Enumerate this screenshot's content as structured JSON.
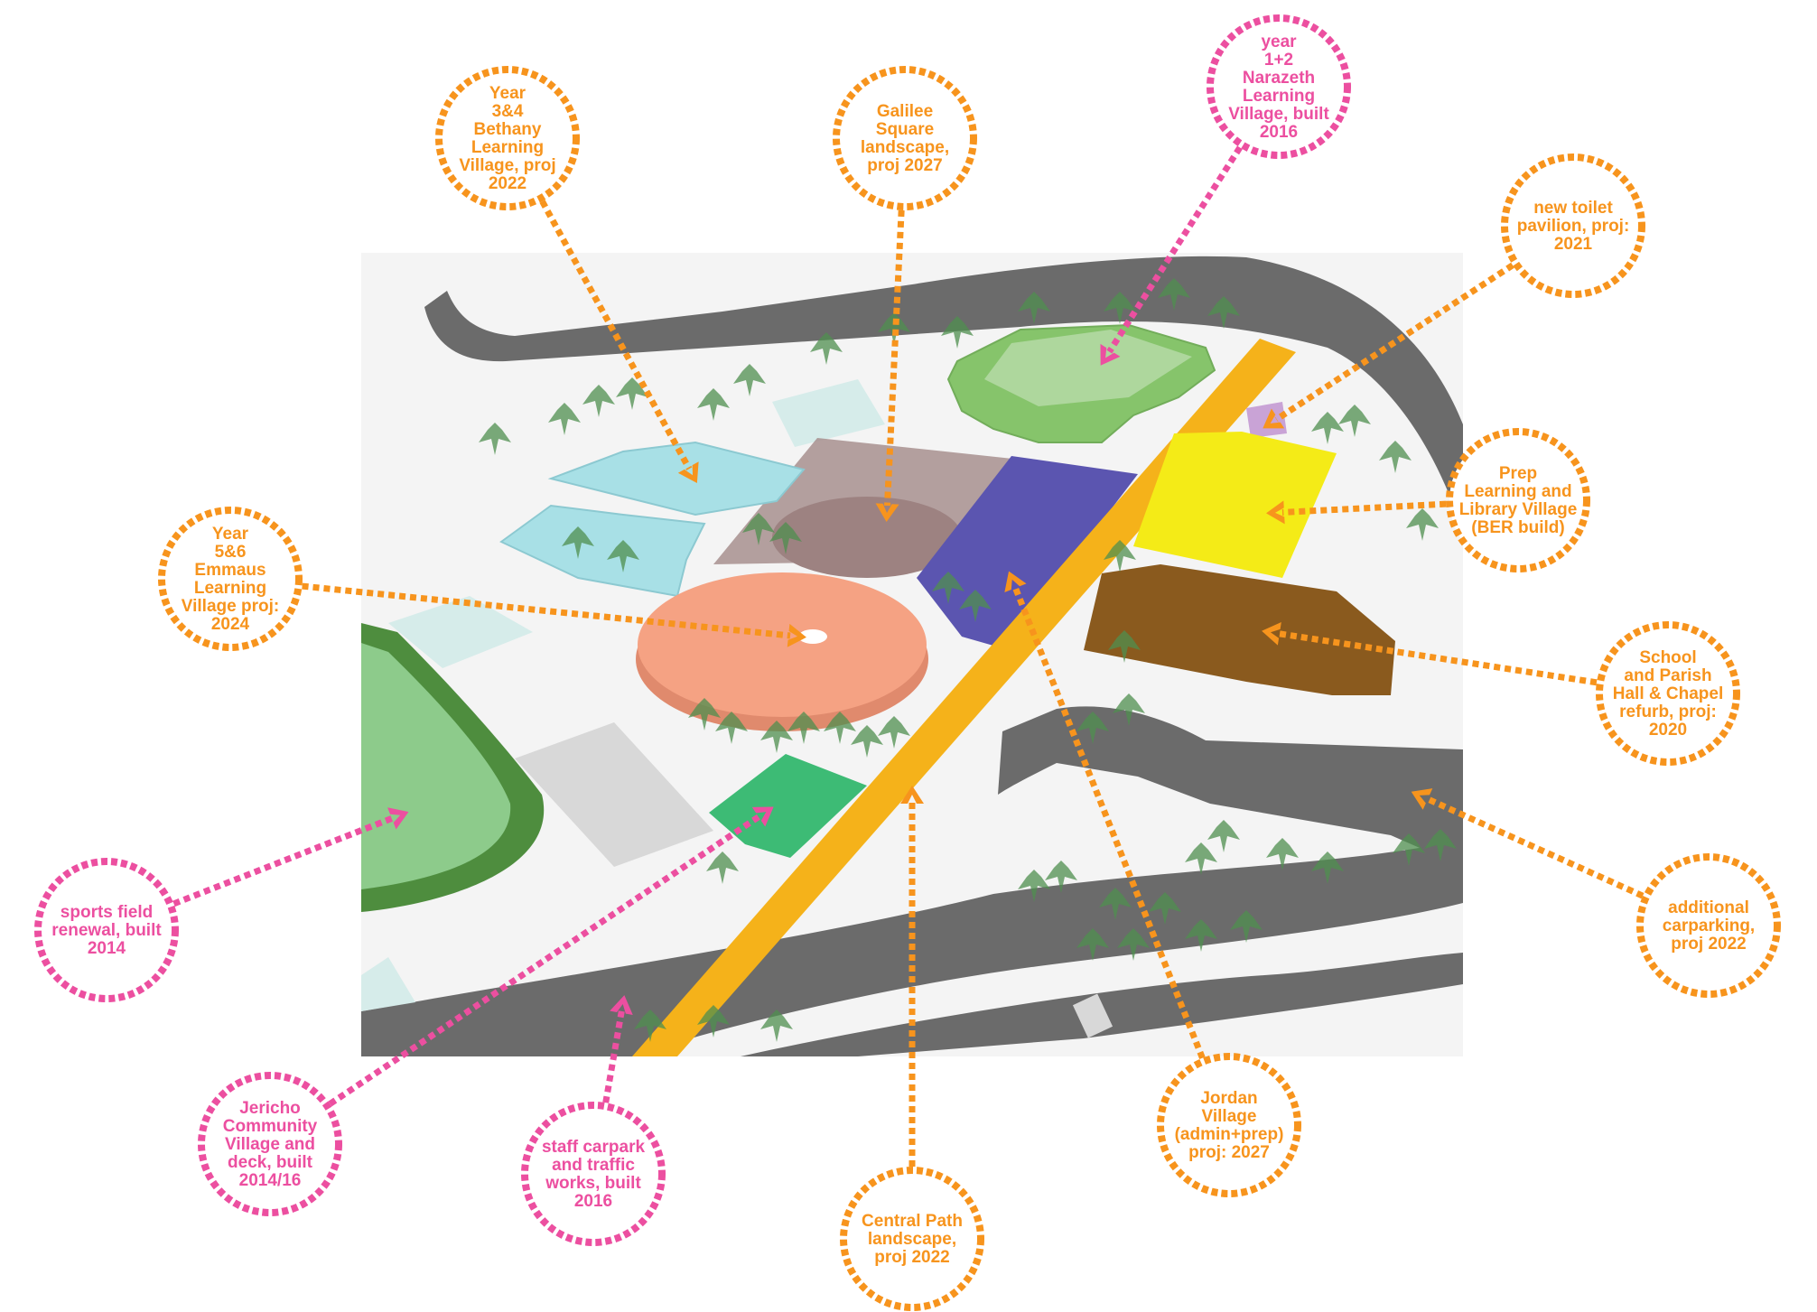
{
  "colors": {
    "orange": "#F7941D",
    "pink": "#EC4FA0",
    "road": "#6B6B6B",
    "central_path": "#F5B21A",
    "sports_field": "#8DCB8B",
    "sports_field_track": "#4E8D3E",
    "bethany": "#A8E0E6",
    "galilee": "#A78F8E",
    "emmaus": "#F5A283",
    "nazareth": "#86C46B",
    "jordan": "#5B55B0",
    "prep_library": "#F4EB17",
    "toilet": "#C9A3D6",
    "hall_chapel": "#8A5A1E",
    "jericho": "#3DBB75",
    "tree": "#4F8F4F"
  },
  "callouts": [
    {
      "id": "bethany",
      "color": "orange",
      "lines": [
        "Year",
        "3&4",
        "Bethany",
        "Learning",
        "Village, proj",
        "2022"
      ]
    },
    {
      "id": "galilee",
      "color": "orange",
      "lines": [
        "Galilee",
        "Square",
        "landscape,",
        "proj 2027"
      ]
    },
    {
      "id": "nazareth",
      "color": "pink",
      "lines": [
        "year",
        "1+2",
        "Narazeth",
        "Learning",
        "Village, built",
        "2016"
      ]
    },
    {
      "id": "toilet",
      "color": "orange",
      "lines": [
        "new toilet",
        "pavilion, proj:",
        "2021"
      ]
    },
    {
      "id": "emmaus",
      "color": "orange",
      "lines": [
        "Year",
        "5&6",
        "Emmaus",
        "Learning",
        "Village proj:",
        "2024"
      ]
    },
    {
      "id": "prep",
      "color": "orange",
      "lines": [
        "Prep",
        "Learning and",
        "Library Village",
        "(BER build)"
      ]
    },
    {
      "id": "hall",
      "color": "orange",
      "lines": [
        "School",
        "and Parish",
        "Hall & Chapel",
        "refurb, proj:",
        "2020"
      ]
    },
    {
      "id": "sports",
      "color": "pink",
      "lines": [
        "sports field",
        "renewal, built",
        "2014"
      ]
    },
    {
      "id": "carparking",
      "color": "orange",
      "lines": [
        "additional",
        "carparking,",
        "proj 2022"
      ]
    },
    {
      "id": "jericho",
      "color": "pink",
      "lines": [
        "Jericho",
        "Community",
        "Village and",
        "deck, built",
        "2014/16"
      ]
    },
    {
      "id": "staff",
      "color": "pink",
      "lines": [
        "staff carpark",
        "and traffic",
        "works, built",
        "2016"
      ]
    },
    {
      "id": "central",
      "color": "orange",
      "lines": [
        "Central Path",
        "landscape,",
        "proj 2022"
      ]
    },
    {
      "id": "jordan",
      "color": "orange",
      "lines": [
        "Jordan",
        "Village",
        "(admin+prep)",
        "proj: 2027"
      ]
    }
  ]
}
